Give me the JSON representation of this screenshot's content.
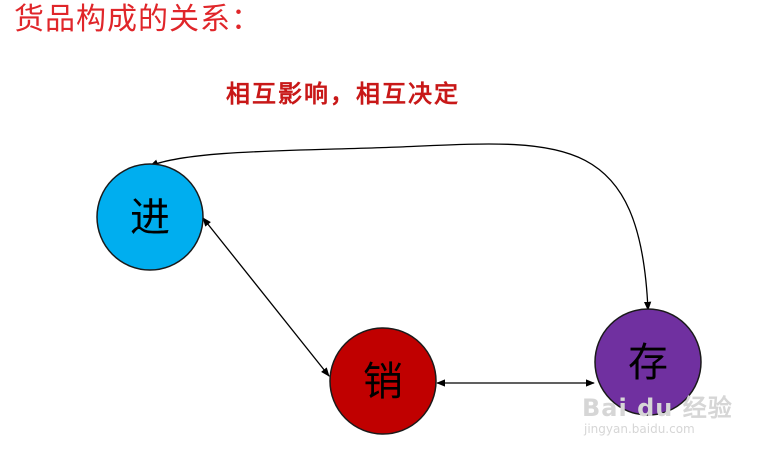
{
  "title": "货品构成的关系：",
  "subtitle": "相互影响，相互决定",
  "colors": {
    "title": "#e0262a",
    "subtitle": "#c81818",
    "node_jin": "#00aeef",
    "node_xiao": "#c00000",
    "node_cun": "#7030a0"
  },
  "nodes": {
    "jin": {
      "label": "进"
    },
    "xiao": {
      "label": "销"
    },
    "cun": {
      "label": "存"
    }
  },
  "edges": [
    {
      "from": "cun",
      "to": "jin",
      "direction": "both"
    },
    {
      "from": "jin",
      "to": "xiao",
      "direction": "both"
    },
    {
      "from": "xiao",
      "to": "cun",
      "direction": "both"
    }
  ],
  "watermark": {
    "brand": "Bai du 经验",
    "url": "jingyan.baidu.com"
  }
}
